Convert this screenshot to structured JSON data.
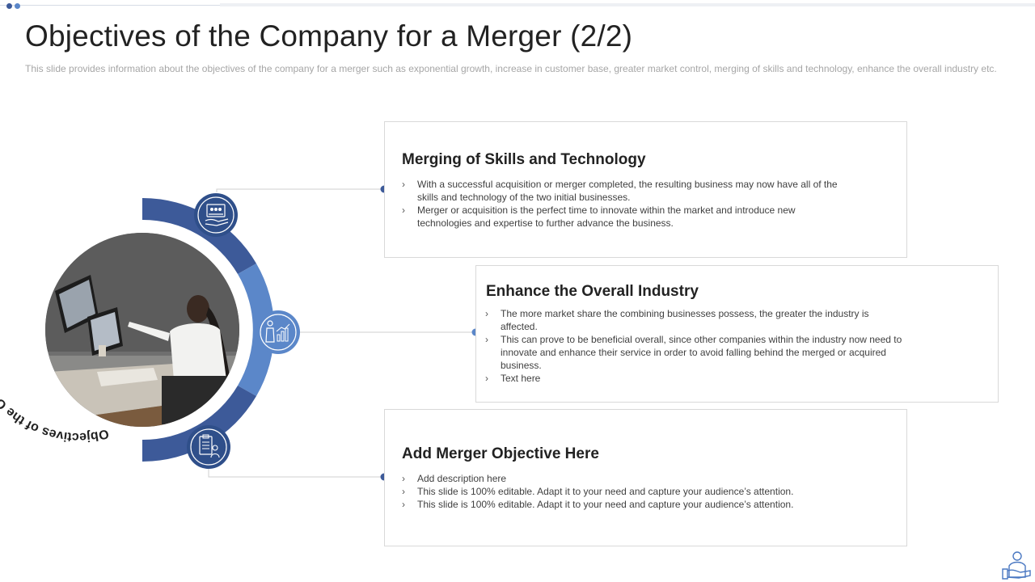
{
  "title": "Objectives of the Company for a Merger (2/2)",
  "subtitle": "This slide provides information about the objectives of the company for a merger such as exponential growth, increase in customer base, greater market control, merging of skills and technology, enhance the overall industry etc.",
  "curved_label": "Objectives of the Company for a Merger",
  "icons": [
    "team-hand-icon",
    "person-growth-chart-icon",
    "document-checklist-icon",
    "handshake-thumbs-up-icon"
  ],
  "colors": {
    "navy": "#3d5a99",
    "light_blue": "#5b87c9",
    "dark_blue": "#2f4f8a"
  },
  "cards": [
    {
      "heading": "Merging of Skills and Technology",
      "bullets": [
        "With a successful acquisition or merger completed, the resulting business may now have all of the skills and technology of the two initial businesses.",
        "Merger or acquisition is the perfect time to innovate within the market and introduce new technologies and expertise to further advance the business."
      ]
    },
    {
      "heading": "Enhance the Overall Industry",
      "bullets": [
        "The more market share the combining businesses possess, the greater the industry is affected.",
        "This can prove to be beneficial overall,  since other companies within the industry now need to innovate and enhance their service in order to avoid falling behind the merged or acquired business.",
        "Text here"
      ]
    },
    {
      "heading": "Add Merger Objective Here",
      "bullets": [
        "Add description here",
        "This slide is 100% editable. Adapt it to your need and capture your audience’s attention.",
        "This slide is 100% editable. Adapt it to your need and capture your audience’s attention."
      ]
    }
  ]
}
